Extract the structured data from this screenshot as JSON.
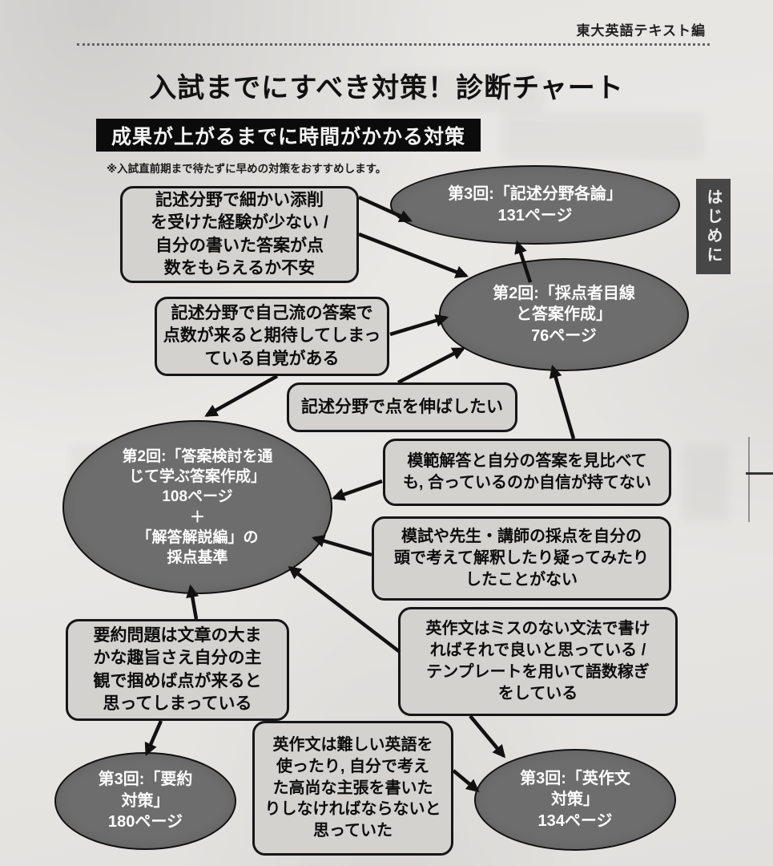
{
  "page": {
    "header_edition": "東大英語テキスト編",
    "title": "入試までにすべき対策！診断チャート",
    "banner": "成果が上がるまでに時間がかかる対策",
    "note": "※入試直前期まで待たずに早めの対策をおすすめします。",
    "side_tab": "はじめに"
  },
  "colors": {
    "ellipse_fill": "#6d6d6d",
    "box_fill": "#d3d2cf",
    "banner_bg": "#0b0b0b",
    "arrow": "#111111",
    "paper": "#e8e6e3"
  },
  "chart": {
    "ellipses": [
      {
        "id": "e1",
        "text": "第3回:「記述分野各論」\n131ページ"
      },
      {
        "id": "e2",
        "text": "第2回:「採点者目線\nと答案作成」\n76ページ"
      },
      {
        "id": "e3",
        "text": "第2回:「答案検討を通\nじて学ぶ答案作成」\n108ページ\n＋\n「解答解説編」の\n採点基準"
      },
      {
        "id": "e4",
        "text": "第3回:「要約\n対策」\n180ページ"
      },
      {
        "id": "e5",
        "text": "第3回:「英作文\n対策」\n134ページ"
      }
    ],
    "boxes": [
      {
        "id": "b1",
        "text": "記述分野で細かい添削\nを受けた経験が少ない /\n自分の書いた答案が点\n数をもらえるか不安"
      },
      {
        "id": "b2",
        "text": "記述分野で自己流の答案で\n点数が来ると期待してしまっ\nている自覚がある"
      },
      {
        "id": "b3",
        "text": "記述分野で点を伸ばしたい"
      },
      {
        "id": "b4",
        "text": "模範解答と自分の答案を見比べて\nも, 合っているのか自信が持てない"
      },
      {
        "id": "b5",
        "text": "模試や先生・講師の採点を自分の\n頭で考えて解釈したり疑ってみたり\nしたことがない"
      },
      {
        "id": "b6",
        "text": "要約問題は文章の大ま\nかな趣旨さえ自分の主\n観で掴めば点が来ると\n思ってしまっている"
      },
      {
        "id": "b7",
        "text": "英作文はミスのない文法で書け\nればそれで良いと思っている /\nテンプレートを用いて語数稼ぎ\nをしている"
      },
      {
        "id": "b8",
        "text": "英作文は難しい英語を\n使ったり, 自分で考え\nた高尚な主張を書いた\nりしなければならないと\n思っていた"
      }
    ],
    "edges": [
      {
        "from": "b1",
        "to": "e1"
      },
      {
        "from": "b1",
        "to": "e2"
      },
      {
        "from": "e2",
        "to": "e1"
      },
      {
        "from": "b2",
        "to": "e2"
      },
      {
        "from": "b2",
        "to": "e3"
      },
      {
        "from": "b3",
        "to": "e2"
      },
      {
        "from": "b4",
        "to": "e2"
      },
      {
        "from": "b4",
        "to": "e3"
      },
      {
        "from": "b5",
        "to": "e3"
      },
      {
        "from": "b6",
        "to": "e3"
      },
      {
        "from": "b6",
        "to": "e4"
      },
      {
        "from": "b7",
        "to": "e3"
      },
      {
        "from": "b7",
        "to": "e5"
      },
      {
        "from": "b8",
        "to": "e5"
      }
    ]
  }
}
